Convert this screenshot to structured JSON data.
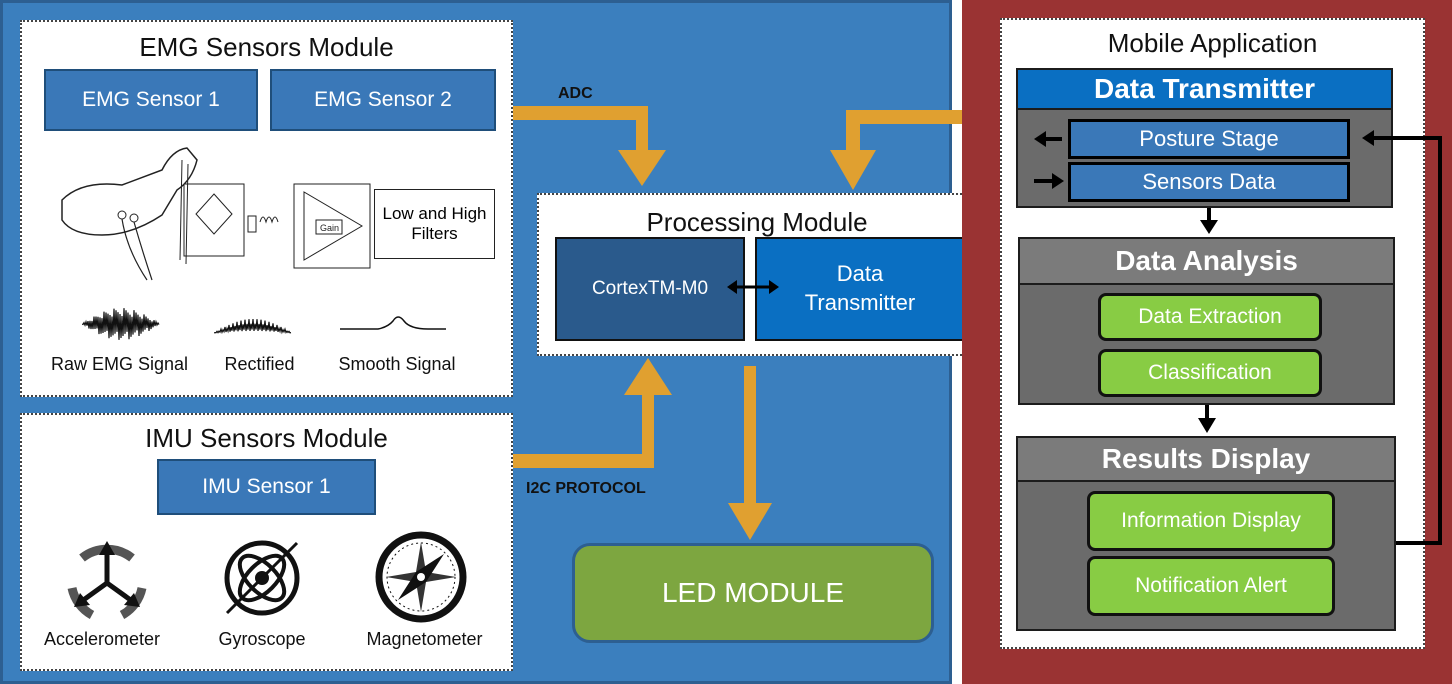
{
  "emg_module": {
    "title": "EMG Sensors Module",
    "sensor1": "EMG Sensor 1",
    "sensor2": "EMG Sensor 2",
    "filter_box": "Low and High Filters",
    "signals": [
      "Raw EMG Signal",
      "Rectified",
      "Smooth Signal"
    ]
  },
  "imu_module": {
    "title": "IMU Sensors Module",
    "sensor1": "IMU Sensor 1",
    "sensors": [
      "Accelerometer",
      "Gyroscope",
      "Magnetometer"
    ]
  },
  "connections": {
    "adc": "ADC",
    "i2c": "I2C PROTOCOL"
  },
  "processing_module": {
    "title": "Processing Module",
    "cortex": "CortexTM-M0",
    "transmitter": "Data Transmitter"
  },
  "led_module": {
    "label": "LED MODULE"
  },
  "mobile_app": {
    "title": "Mobile Application",
    "data_transmitter": {
      "title": "Data Transmitter",
      "items": [
        "Posture Stage",
        "Sensors Data"
      ]
    },
    "data_analysis": {
      "title": "Data Analysis",
      "items": [
        "Data Extraction",
        "Classification"
      ]
    },
    "results_display": {
      "title": "Results Display",
      "items": [
        "Information Display",
        "Notification Alert"
      ]
    }
  },
  "colors": {
    "blue_panel": "#3b7fbe",
    "red_panel": "#9a3333",
    "arrow_orange": "#e0a030",
    "led_green": "#7da640",
    "item_green": "#88cc44",
    "header_blue": "#0a6fc2"
  }
}
